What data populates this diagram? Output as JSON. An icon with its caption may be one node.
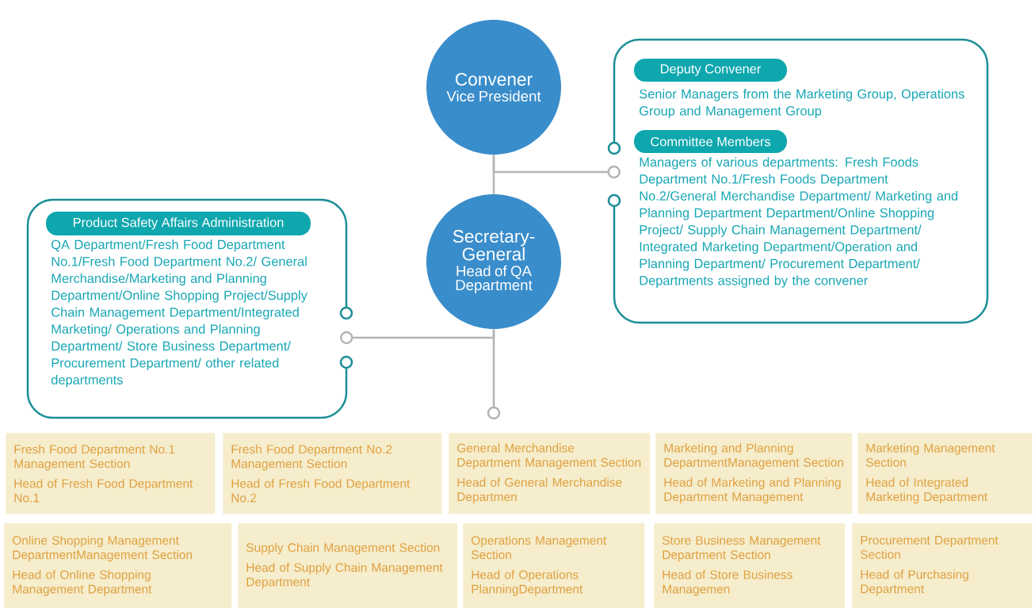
{
  "diagram": {
    "nodes": [
      {
        "text": [
          "Convener",
          "Vice President"
        ]
      },
      {
        "text": [
          "Secretary-General",
          "Head of QA Department"
        ]
      },
      {
        "text": [
          "Senior Managers from the Marketing Group, Operations Group and Management Group",
          "Managers of various departments: Fresh Foods Department No.1/Fresh Foods Department No.2/General Merchandise Department/ Marketing and Planning Department Department/Online Shopping Project/ Supply Chain Management Department/ Integrated Marketing Department/Operation and Planning Department/ Procurement Department/ Departments assigned by the convener"
        ]
      },
      {
        "text": [
          "Deputy Convener"
        ],
        "in": 2
      },
      {
        "text": [
          "Committee Members"
        ],
        "in": 2
      },
      {
        "text": [
          "QA Department/Fresh Food Department No.1/Fresh Food Department No.2/ General Merchandise/Marketing and Planning Department/Online Shopping Project/Supply Chain Management Department/Integrated Marketing/ Operations and Planning Department/ Store Business Department/ Procurement Department/ other related departments"
        ]
      },
      {
        "text": [
          "Product Safety Affairs Administration"
        ],
        "in": 5
      },
      {
        "text": [
          "Fresh Food Department No.1 Management Section",
          "Head of Fresh Food Department No.1"
        ]
      },
      {
        "text": [
          "Fresh Food Department No.2 Management Section",
          "Head of Fresh Food Department No.2"
        ]
      },
      {
        "text": [
          "General Merchandise Department Management Section",
          "Head of General Merchandise Departmen"
        ]
      },
      {
        "text": [
          "Marketing and Planning DepartmentManagement Section",
          "Head of Marketing and Planning Department Management"
        ]
      },
      {
        "text": [
          "Marketing Management Section",
          "Head of Integrated Marketing Department"
        ]
      },
      {
        "text": [
          "Online Shopping Management DepartmentManagement Section",
          "Head of Online Shopping Management Department"
        ]
      },
      {
        "text": [
          "Supply Chain Management Section",
          "Head of Supply Chain Management Department"
        ]
      },
      {
        "text": [
          "Operations Management Section",
          "Head of Operations PlanningDepartment"
        ]
      },
      {
        "text": [
          "Store Business Management Department Section",
          "Head of Store Business Managemen"
        ]
      },
      {
        "text": [
          "Procurement Department Section",
          "Head of Purchasing Department"
        ]
      }
    ],
    "edges": [
      {
        "from": 0,
        "to": 1,
        "arrow": "none"
      },
      {
        "from": 0,
        "to": 2,
        "arrow": "other"
      },
      {
        "from": 1,
        "to": 5,
        "arrow": "other"
      },
      {
        "from": 1,
        "to": 9,
        "arrow": "other"
      }
    ]
  }
}
